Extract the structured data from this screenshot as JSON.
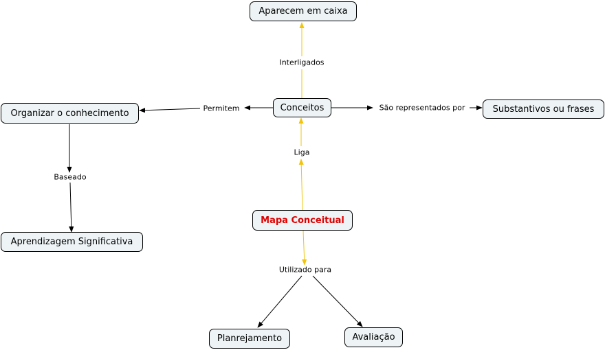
{
  "concepts": {
    "aparecem": "Aparecem em caixa",
    "conceitos": "Conceitos",
    "organizar": "Organizar o conhecimento",
    "substantivos": "Substantivos ou frases",
    "aprendizagem": "Aprendizagem Significativa",
    "mapa": "Mapa Conceitual",
    "planejamento": "Planrejamento",
    "avaliacao": "Avaliação"
  },
  "links": {
    "interligados": "Interligados",
    "permitem": "Permitem",
    "representados": "São representados por",
    "baseado": "Baseado",
    "liga": "Liga",
    "utilizado": "Utilizado para"
  },
  "colors": {
    "node_fill": "#eef4f6",
    "root_text": "#e00000",
    "link_yellow": "#f2c40c",
    "link_black": "#000000"
  }
}
